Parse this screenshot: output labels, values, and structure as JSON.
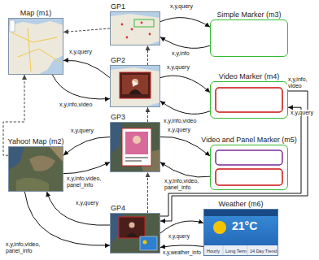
{
  "diagram": {
    "nodes": [
      {
        "text": [
          "Map (m1)"
        ]
      },
      {
        "text": [
          "GP1"
        ]
      },
      {
        "text": [
          "Simple Marker (m3)"
        ]
      },
      {
        "text": [
          "GP2"
        ]
      },
      {
        "text": [
          "Video Marker (m4)"
        ]
      },
      {
        "text": [
          "Yahoo! Map (m2)"
        ]
      },
      {
        "text": [
          "GP3"
        ]
      },
      {
        "text": [
          "Video and Panel Marker (m5)"
        ]
      },
      {
        "text": [
          "GP4"
        ]
      },
      {
        "text": [
          "Weather (m6)",
          "21°C",
          "Hourly",
          "Long Term",
          "14 Day Trend"
        ]
      }
    ],
    "edges": [
      {
        "from": 1,
        "to": 2,
        "label": "x,y,query",
        "arrow": "to"
      },
      {
        "from": 2,
        "to": 1,
        "label": "x,y,info",
        "arrow": "to"
      },
      {
        "from": 3,
        "to": 0,
        "label": "x,y,query",
        "arrow": "to"
      },
      {
        "from": 0,
        "to": 3,
        "label": "x,y,info,video",
        "arrow": "to"
      },
      {
        "from": 3,
        "to": 4,
        "label": "x,y,query",
        "arrow": "to"
      },
      {
        "from": 4,
        "to": 3,
        "label": "x,y,info,video",
        "arrow": "to"
      },
      {
        "from": 6,
        "to": 5,
        "label": "x,y,query",
        "arrow": "to"
      },
      {
        "from": 5,
        "to": 6,
        "label": "x,y,info,video, panel_info",
        "arrow": "to"
      },
      {
        "from": 6,
        "to": 7,
        "label": "x,y,query",
        "arrow": "to"
      },
      {
        "from": 7,
        "to": 6,
        "label": "x,y,info,video, panel_info",
        "arrow": "to"
      },
      {
        "from": 8,
        "to": 4,
        "label": "x,y,query",
        "arrow": "to"
      },
      {
        "from": 4,
        "to": 8,
        "label": "x,y,info, video",
        "arrow": "to"
      },
      {
        "from": 8,
        "to": 9,
        "label": "x,y,query",
        "arrow": "to"
      },
      {
        "from": 9,
        "to": 8,
        "label": "x,y,weather_info",
        "arrow": "to"
      },
      {
        "from": 8,
        "to": 5,
        "label": "x,y,query",
        "arrow": "to"
      },
      {
        "from": 5,
        "to": 8,
        "label": "x,y,info,video, panel_info",
        "arrow": "to"
      },
      {
        "from": 1,
        "to": 0,
        "arrow": "to"
      },
      {
        "from": 3,
        "to": 1,
        "arrow": "to"
      },
      {
        "from": 6,
        "to": 3,
        "arrow": "to"
      },
      {
        "from": 8,
        "to": 6,
        "arrow": "to"
      },
      {
        "from": 5,
        "to": 0,
        "arrow": "to"
      }
    ]
  }
}
